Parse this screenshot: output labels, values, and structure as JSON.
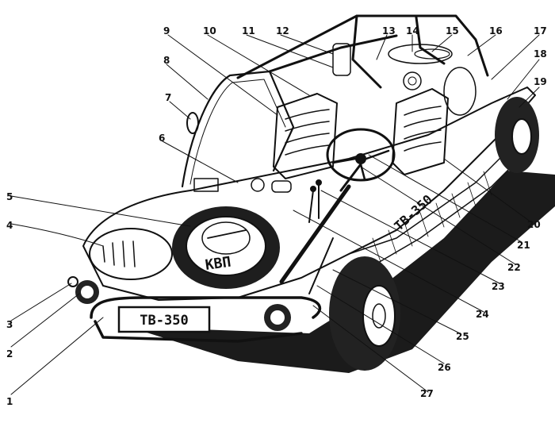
{
  "labels": [
    "1",
    "2",
    "3",
    "4",
    "5",
    "6",
    "7",
    "8",
    "9",
    "10",
    "11",
    "12",
    "13",
    "14",
    "15",
    "16",
    "17",
    "18",
    "19",
    "20",
    "21",
    "22",
    "23",
    "24",
    "25",
    "26",
    "27"
  ],
  "markings": {
    "front_plate": "ТВ-350",
    "side_plate": "ТВ-350",
    "spare_wheel_emblem": "КВП"
  }
}
